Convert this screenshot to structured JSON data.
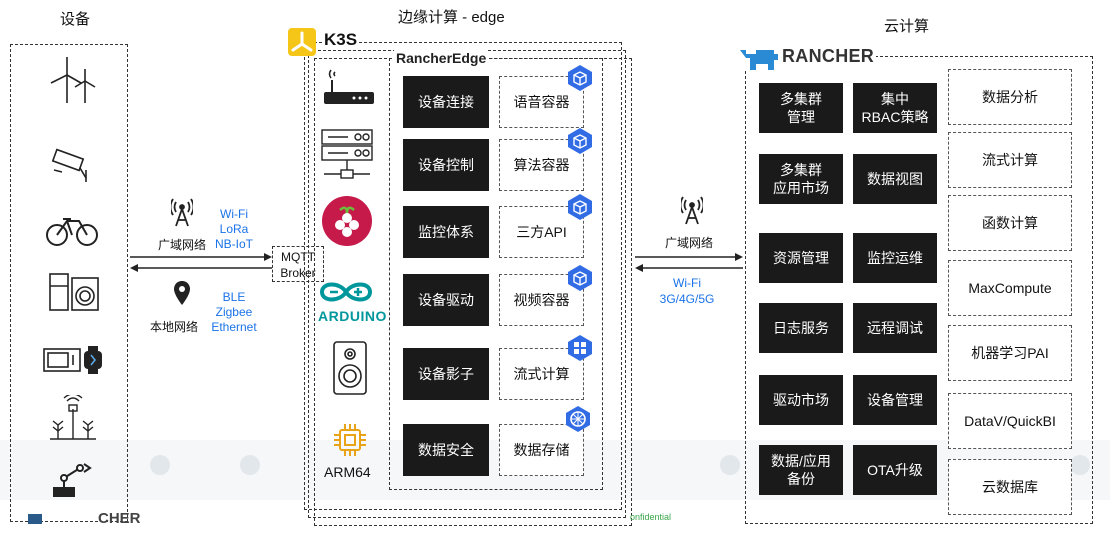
{
  "titles": {
    "devices": "设备",
    "edge": "边缘计算 - edge",
    "cloud": "云计算"
  },
  "k3s_label": "K3S",
  "rancher_edge_label": "RancherEdge",
  "rancher_logo_text": "RANCHER",
  "watermark_text": "CHER",
  "confidential_text": "onfidential",
  "mqtt": {
    "line1": "MQTT",
    "line2": "Broker"
  },
  "wide_network": "广域网络",
  "local_network": "本地网络",
  "wide_protocols": [
    "Wi-Fi",
    "LoRa",
    "NB-IoT"
  ],
  "local_protocols": [
    "BLE",
    "Zigbee",
    "Ethernet"
  ],
  "cloud_link": {
    "label": "广域网络",
    "proto1": "Wi-Fi",
    "proto2": "3G/4G/5G"
  },
  "arm64": "ARM64",
  "arduino": "ARDUINO",
  "edge_left": [
    "设备连接",
    "设备控制",
    "监控体系",
    "设备驱动",
    "设备影子",
    "数据安全"
  ],
  "edge_right": [
    "语音容器",
    "算法容器",
    "三方API",
    "视频容器",
    "流式计算",
    "数据存储"
  ],
  "cloud_left": [
    "多集群\n管理",
    "多集群\n应用市场",
    "资源管理",
    "日志服务",
    "驱动市场",
    "数据/应用\n备份"
  ],
  "cloud_mid": [
    "集中\nRBAC策略",
    "数据视图",
    "监控运维",
    "远程调试",
    "设备管理",
    "OTA升级"
  ],
  "cloud_right": [
    "数据分析",
    "流式计算",
    "函数计算",
    "MaxCompute",
    "机器学习PAI",
    "DataV/QuickBI",
    "云数据库"
  ],
  "colors": {
    "accent_blue": "#1a73e8",
    "k8s_blue": "#326ce5",
    "block_dark": "#1a1a1a",
    "k3s_yellow": "#f5c518",
    "raspberry": "#c51a4a",
    "arduino_teal": "#00979c",
    "rancher_blue": "#2a8ad4"
  }
}
